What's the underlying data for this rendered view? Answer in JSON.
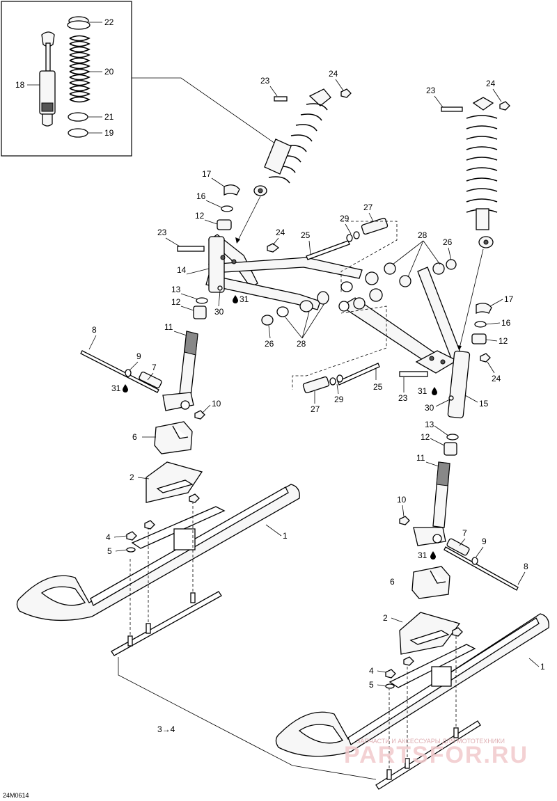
{
  "diagram_code": "24M0614",
  "watermark": {
    "tagline": "ЗАПЧАСТИ И АКСЕССУАРЫ ДЛЯ МОТОТЕХНИКИ",
    "brand": "PARTSFOR.RU"
  },
  "kit_note": "3→4",
  "callouts": {
    "c22": "22",
    "c20": "20",
    "c18": "18",
    "c21": "21",
    "c19": "19",
    "c23a": "23",
    "c24a": "24",
    "c23b": "23",
    "c24b": "24",
    "c17a": "17",
    "c16a": "16",
    "c12a": "12",
    "c23c": "23",
    "c24c": "24",
    "c25a": "25",
    "c29a": "29",
    "c27a": "27",
    "c28a": "28",
    "c26a": "26",
    "c14": "14",
    "c13a": "13",
    "c12b": "12",
    "c30a": "30",
    "c31a": "31",
    "c26b": "26",
    "c28b": "28",
    "c17b": "17",
    "c16b": "16",
    "c12c": "12",
    "c8a": "8",
    "c9a": "9",
    "c7a": "7",
    "c31b": "31",
    "c11a": "11",
    "c10a": "10",
    "c24d": "24",
    "c27b": "27",
    "c29b": "29",
    "c25b": "25",
    "c23d": "23",
    "c31c": "31",
    "c30b": "30",
    "c15": "15",
    "c13b": "13",
    "c12d": "12",
    "c6a": "6",
    "c2a": "2",
    "c1a": "1",
    "c4a": "4",
    "c5a": "5",
    "c11b": "11",
    "c10b": "10",
    "c7b": "7",
    "c9b": "9",
    "c31d": "31",
    "c8b": "8",
    "c6b": "6",
    "c2b": "2",
    "c1b": "1",
    "c4b": "4",
    "c5b": "5"
  }
}
